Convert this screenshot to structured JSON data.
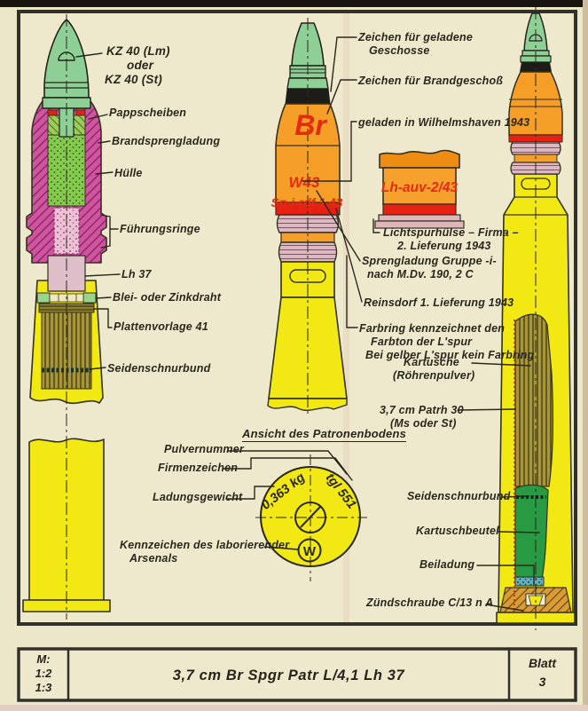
{
  "colors": {
    "paper": "#ece7c9",
    "frame": "#31312a",
    "case_yellow": "#f2e813",
    "body_orange": "#f59e28",
    "ring_red": "#e62114",
    "marking_red": "#e52c12",
    "fuze_green": "#8ecf96",
    "shell_magenta": "#d055a0",
    "filling_green": "#86c94f",
    "liner_pink": "#debfc9",
    "band_pink": "#dcb9c2",
    "powder_olive": "#a8963b",
    "bag_green": "#279a43",
    "band_black": "#1e1c16"
  },
  "left_shell": {
    "labels": {
      "fuze_line1": "KZ 40 (Lm)",
      "fuze_line2": "oder",
      "fuze_line3": "KZ 40 (St)",
      "pappscheiben": "Pappscheiben",
      "brandsprengladung": "Brandsprengladung",
      "huelle": "Hülle",
      "fuehrungsringe": "Führungsringe",
      "lh37": "Lh 37",
      "draht": "Blei- oder Zinkdraht",
      "plattenvorlage": "Plattenvorlage 41",
      "seidenschnurbund": "Seidenschnurbund"
    }
  },
  "middle_shell": {
    "markings": {
      "br": "Br",
      "w43": "W43",
      "stamp": "Sp-i-rdf 1.43"
    },
    "tracer_cylinder": {
      "marking": "Lh-auv-2/43"
    },
    "labels": {
      "geladene1": "Zeichen für geladene",
      "geladene2": "Geschosse",
      "brandgeschoss": "Zeichen für Brandgeschoß",
      "wilhelmshaven": "geladen in Wilhelmshaven 1943",
      "licht1": "Lichtspurhülse – Firma –",
      "licht2": "2. Lieferung 1943",
      "spreng1": "Sprengladung Gruppe -i-",
      "spreng2": "nach M.Dv. 190, 2 C",
      "reinsdorf": "Reinsdorf 1. Lieferung 1943",
      "farbring1": "Farbring kennzeichnet den",
      "farbring2": "Farbton der L'spur",
      "farbring3": "Bei gelber L'spur kein Farbring",
      "kartusche1": "Kartusche",
      "kartusche2": "(Röhrenpulver)",
      "patrh1": "3,7 cm Patrh 30",
      "patrh2": "(Ms oder St)"
    }
  },
  "base_view": {
    "heading": "Ansicht des Patronenbodens",
    "labels": {
      "pulvernummer": "Pulvernummer",
      "firmenzeichen": "Firmenzeichen",
      "ladungsgewicht": "Ladungsgewicht",
      "arsenal1": "Kennzeichen des laborierender",
      "arsenal2": "Arsenals"
    },
    "markings": {
      "weight": "0,363 kg",
      "powder": "tgl 551",
      "arsenal_letter": "W"
    }
  },
  "right_shell": {
    "labels": {
      "seidenschnurbund": "Seidenschnurbund",
      "kartuschbeutel": "Kartuschbeutel",
      "beiladung": "Beiladung",
      "zuendschraube": "Zündschraube C/13 n A"
    }
  },
  "title_block": {
    "scale_label": "M:",
    "scale1": "1:2",
    "scale2": "1:3",
    "title": "3,7 cm Br Spgr Patr L/4,1 Lh 37",
    "sheet_label": "Blatt",
    "sheet_number": "3"
  }
}
